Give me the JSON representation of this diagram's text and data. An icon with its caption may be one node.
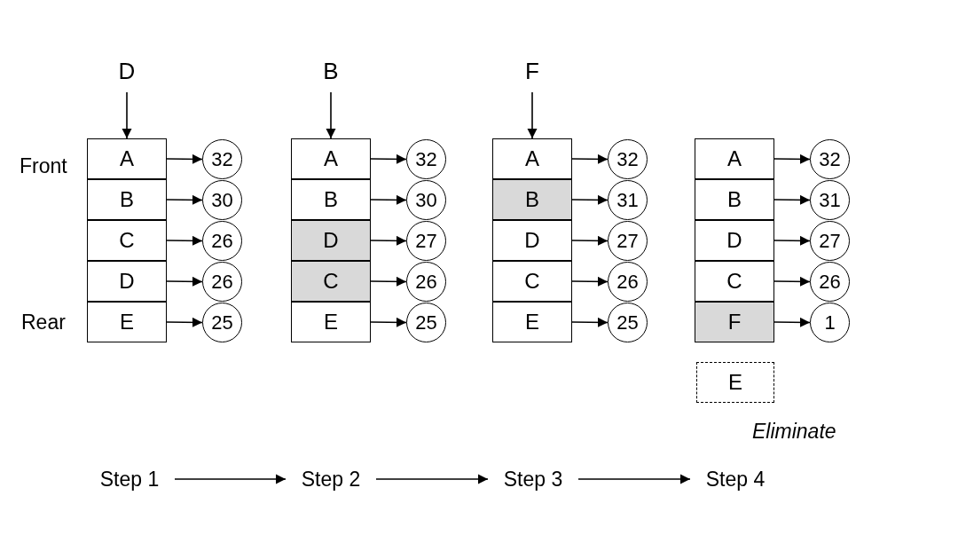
{
  "diagram": {
    "nodes": [
      {
        "text": [
          "D"
        ]
      },
      {
        "text": [
          "A"
        ]
      },
      {
        "text": [
          "B"
        ]
      },
      {
        "text": [
          "C"
        ]
      },
      {
        "text": [
          "D"
        ]
      },
      {
        "text": [
          "E"
        ]
      },
      {
        "text": [
          "32"
        ]
      },
      {
        "text": [
          "30"
        ]
      },
      {
        "text": [
          "26"
        ]
      },
      {
        "text": [
          "26"
        ]
      },
      {
        "text": [
          "25"
        ]
      },
      {
        "text": [
          "B"
        ]
      },
      {
        "text": [
          "A"
        ]
      },
      {
        "text": [
          "B"
        ]
      },
      {
        "text": [
          "D"
        ]
      },
      {
        "text": [
          "C"
        ]
      },
      {
        "text": [
          "E"
        ]
      },
      {
        "text": [
          "32"
        ]
      },
      {
        "text": [
          "30"
        ]
      },
      {
        "text": [
          "27"
        ]
      },
      {
        "text": [
          "26"
        ]
      },
      {
        "text": [
          "25"
        ]
      },
      {
        "text": [
          "F"
        ]
      },
      {
        "text": [
          "A"
        ]
      },
      {
        "text": [
          "B"
        ]
      },
      {
        "text": [
          "D"
        ]
      },
      {
        "text": [
          "C"
        ]
      },
      {
        "text": [
          "E"
        ]
      },
      {
        "text": [
          "32"
        ]
      },
      {
        "text": [
          "31"
        ]
      },
      {
        "text": [
          "27"
        ]
      },
      {
        "text": [
          "26"
        ]
      },
      {
        "text": [
          "25"
        ]
      },
      {
        "text": [
          "A"
        ]
      },
      {
        "text": [
          "B"
        ]
      },
      {
        "text": [
          "D"
        ]
      },
      {
        "text": [
          "C"
        ]
      },
      {
        "text": [
          "F"
        ]
      },
      {
        "text": [
          "32"
        ]
      },
      {
        "text": [
          "31"
        ]
      },
      {
        "text": [
          "27"
        ]
      },
      {
        "text": [
          "26"
        ]
      },
      {
        "text": [
          "1"
        ]
      },
      {
        "text": [
          "E"
        ],
        "beside": [
          "Eliminate"
        ]
      },
      {
        "text": [
          "Step 1"
        ]
      },
      {
        "text": [
          "Step 2"
        ]
      },
      {
        "text": [
          "Step 3"
        ]
      },
      {
        "text": [
          "Step 4"
        ]
      }
    ],
    "edges": [
      {
        "from": 0,
        "to": 1,
        "arrow": "to"
      },
      {
        "from": 1,
        "to": 6,
        "arrow": "to"
      },
      {
        "from": 2,
        "to": 7,
        "arrow": "to"
      },
      {
        "from": 3,
        "to": 8,
        "arrow": "to"
      },
      {
        "from": 4,
        "to": 9,
        "arrow": "to"
      },
      {
        "from": 5,
        "to": 10,
        "arrow": "to"
      },
      {
        "from": 11,
        "to": 12,
        "arrow": "to"
      },
      {
        "from": 12,
        "to": 17,
        "arrow": "to"
      },
      {
        "from": 13,
        "to": 18,
        "arrow": "to"
      },
      {
        "from": 14,
        "to": 19,
        "arrow": "to"
      },
      {
        "from": 15,
        "to": 20,
        "arrow": "to"
      },
      {
        "from": 16,
        "to": 21,
        "arrow": "to"
      },
      {
        "from": 22,
        "to": 23,
        "arrow": "to"
      },
      {
        "from": 23,
        "to": 28,
        "arrow": "to"
      },
      {
        "from": 24,
        "to": 29,
        "arrow": "to"
      },
      {
        "from": 25,
        "to": 30,
        "arrow": "to"
      },
      {
        "from": 26,
        "to": 31,
        "arrow": "to"
      },
      {
        "from": 27,
        "to": 32,
        "arrow": "to"
      },
      {
        "from": 33,
        "to": 38,
        "arrow": "to"
      },
      {
        "from": 34,
        "to": 39,
        "arrow": "to"
      },
      {
        "from": 35,
        "to": 40,
        "arrow": "to"
      },
      {
        "from": 36,
        "to": 41,
        "arrow": "to"
      },
      {
        "from": 37,
        "to": 42,
        "arrow": "to"
      },
      {
        "from": 44,
        "to": 45,
        "arrow": "to"
      },
      {
        "from": 45,
        "to": 46,
        "arrow": "to"
      },
      {
        "from": 46,
        "to": 47,
        "arrow": "to"
      }
    ],
    "labels": [
      "Front",
      "Rear"
    ]
  }
}
